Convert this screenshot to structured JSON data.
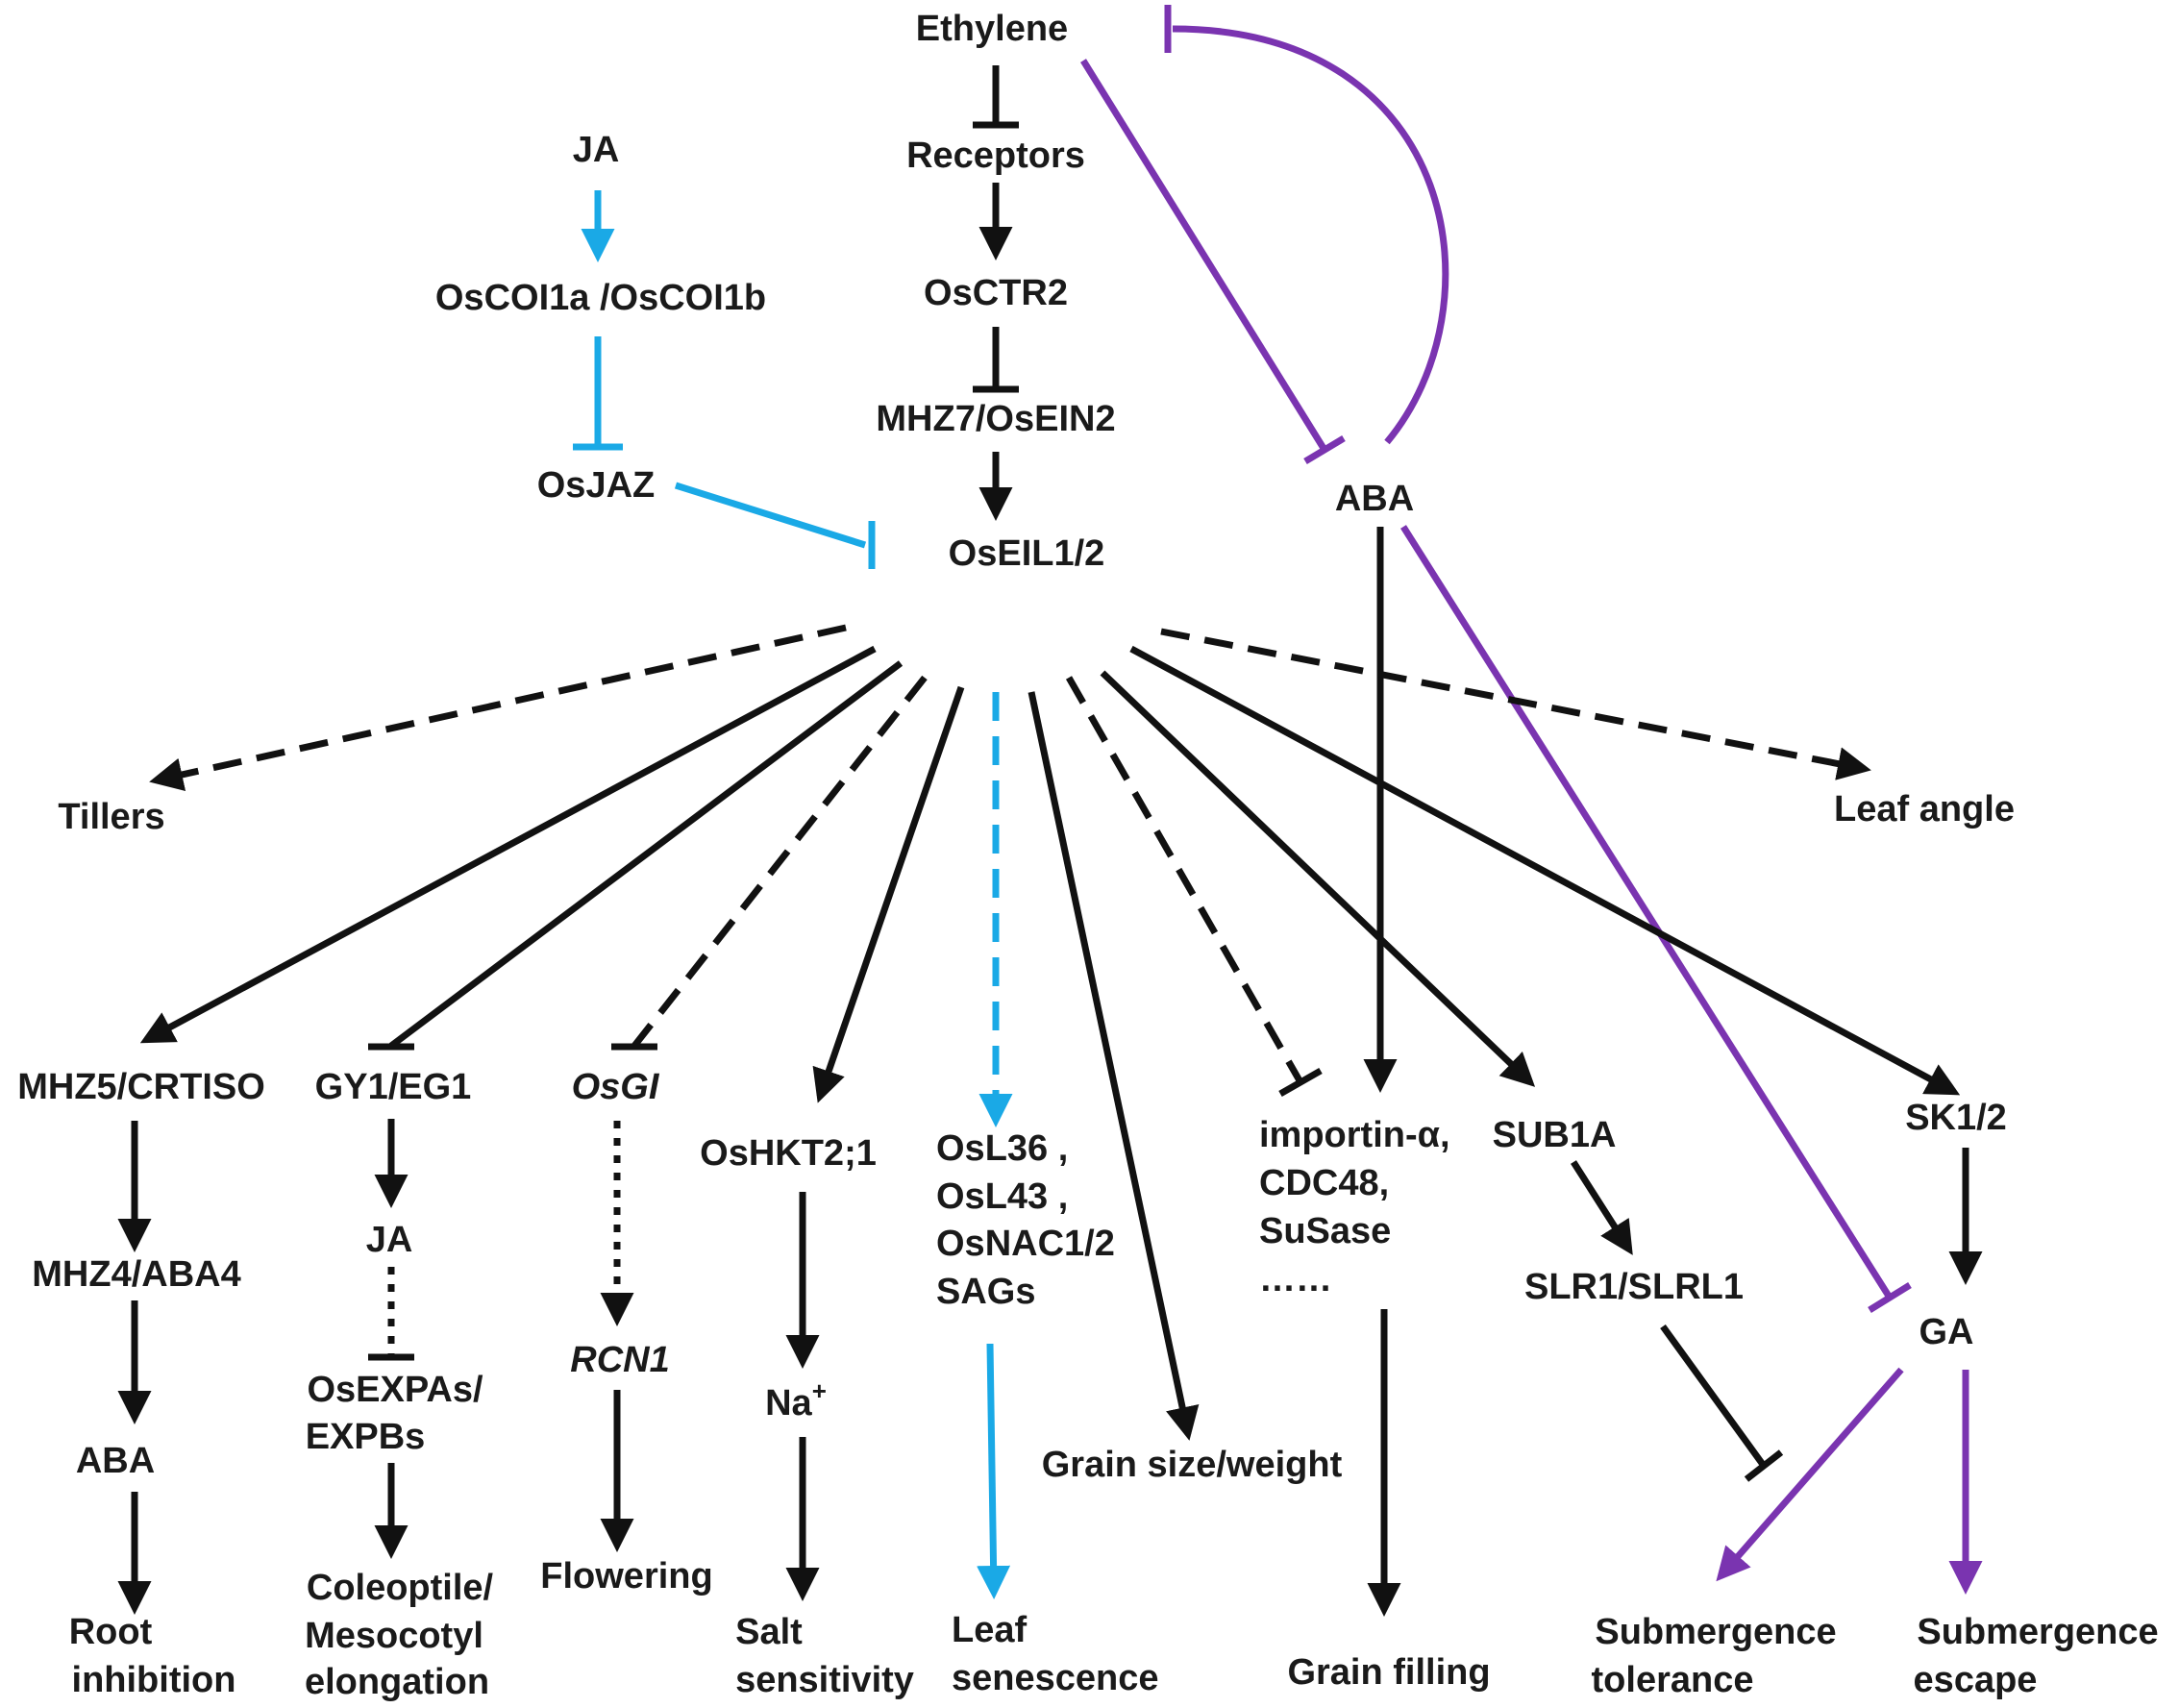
{
  "colors": {
    "black": "#111111",
    "blue": "#1aa9e6",
    "purple": "#7a34b0"
  },
  "labels": {
    "ethylene": "Ethylene",
    "receptors": "Receptors",
    "osctr2": "OsCTR2",
    "mhz7": "MHZ7/OsEIN2",
    "oseil": "OsEIL1/2",
    "ja_top": "JA",
    "oscoi": "OsCOI1a /OsCOI1b",
    "osjaz": "OsJAZ",
    "aba_top": "ABA",
    "tillers": "Tillers",
    "leaf_angle": "Leaf angle",
    "mhz5": "MHZ5/CRTISO",
    "mhz4": "MHZ4/ABA4",
    "aba_bottom": "ABA",
    "root_inhibition": [
      "Root",
      "inhibition"
    ],
    "gy1": "GY1/EG1",
    "ja_bottom": "JA",
    "osexpas": [
      "OsEXPAs/",
      "EXPBs"
    ],
    "coleoptile": [
      "Coleoptile/",
      "Mesocotyl",
      "elongation"
    ],
    "osgi": "OsGI",
    "rcn1": "RCN1",
    "flowering": "Flowering",
    "oshkt": "OsHKT2;1",
    "na": "Na",
    "na_sup": "+",
    "salt_sensitivity": [
      "Salt",
      "sensitivity"
    ],
    "osl36": [
      "OsL36 ,",
      "OsL43 ,",
      "OsNAC1/2",
      "SAGs"
    ],
    "leaf_senescence": [
      "Leaf",
      "senescence"
    ],
    "grain_size": "Grain size/weight",
    "importin": [
      "importin-α,",
      "CDC48,",
      "SuSase",
      "……"
    ],
    "grain_filling": "Grain filling",
    "sub1a": "SUB1A",
    "slr1": "SLR1/SLRL1",
    "sk12": "SK1/2",
    "ga": "GA",
    "sub_tolerance": [
      "Submergence",
      "tolerance"
    ],
    "sub_escape": [
      "Submergence",
      "escape"
    ]
  }
}
